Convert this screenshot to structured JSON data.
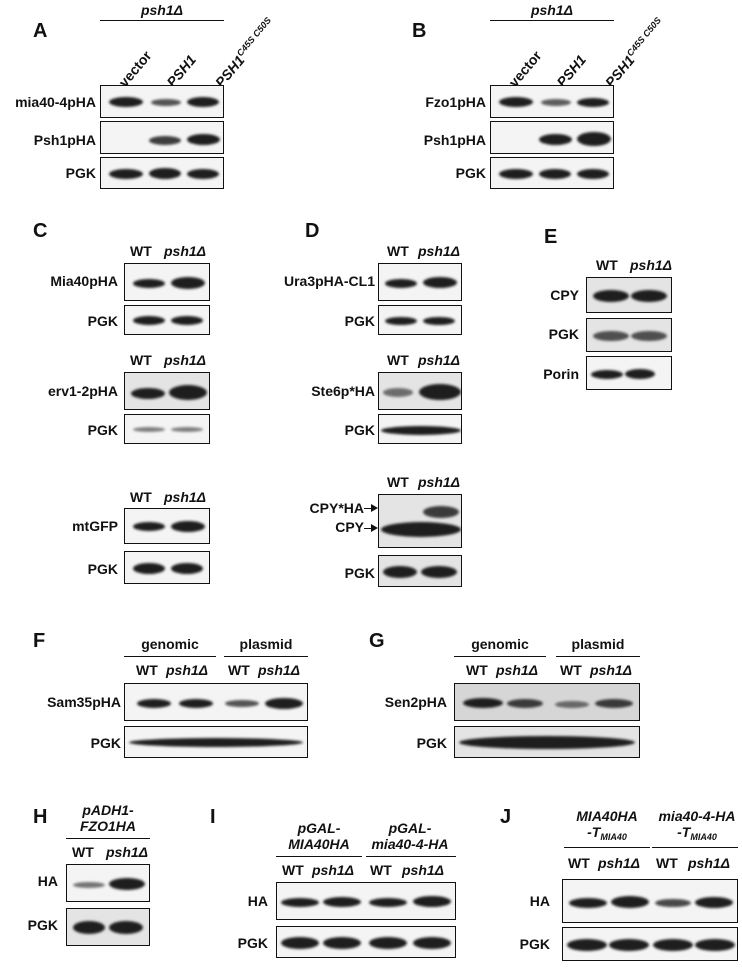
{
  "panel_A": {
    "label": "A",
    "group": "psh1Δ",
    "lanes": [
      "+vector",
      "+PSH1",
      "+PSH1"
    ],
    "lane3_superscript": "C45S C50S",
    "rows": [
      "mia40-4pHA",
      "Psh1pHA",
      "PGK"
    ]
  },
  "panel_B": {
    "label": "B",
    "group": "psh1Δ",
    "lanes": [
      "+vector",
      "+PSH1",
      "+PSH1"
    ],
    "lane3_superscript": "C45S C50S",
    "rows": [
      "Fzo1pHA",
      "Psh1pHA",
      "PGK"
    ]
  },
  "panel_C": {
    "label": "C",
    "lanes": [
      "WT",
      "psh1Δ"
    ],
    "rows": [
      "Mia40pHA",
      "PGK",
      "erv1-2pHA",
      "PGK",
      "mtGFP",
      "PGK"
    ]
  },
  "panel_D": {
    "label": "D",
    "lanes": [
      "WT",
      "psh1Δ"
    ],
    "rows": [
      "Ura3pHA-CL1",
      "PGK",
      "Ste6p*HA",
      "PGK",
      "CPY*HA",
      "CPY",
      "PGK"
    ]
  },
  "panel_E": {
    "label": "E",
    "lanes": [
      "WT",
      "psh1Δ"
    ],
    "rows": [
      "CPY",
      "PGK",
      "Porin"
    ]
  },
  "panel_F": {
    "label": "F",
    "groups": [
      "genomic",
      "plasmid"
    ],
    "lanes": [
      "WT",
      "psh1Δ",
      "WT",
      "psh1Δ"
    ],
    "rows": [
      "Sam35pHA",
      "PGK"
    ]
  },
  "panel_G": {
    "label": "G",
    "groups": [
      "genomic",
      "plasmid"
    ],
    "lanes": [
      "WT",
      "psh1Δ",
      "WT",
      "psh1Δ"
    ],
    "rows": [
      "Sen2pHA",
      "PGK"
    ]
  },
  "panel_H": {
    "label": "H",
    "group_line1": "pADH1-",
    "group_line2": "FZO1HA",
    "lanes": [
      "WT",
      "psh1Δ"
    ],
    "rows": [
      "HA",
      "PGK"
    ]
  },
  "panel_I": {
    "label": "I",
    "group1_line1": "pGAL-",
    "group1_line2": "MIA40HA",
    "group2_line1": "pGAL-",
    "group2_line2": "mia40-4-HA",
    "lanes": [
      "WT",
      "psh1Δ",
      "WT",
      "psh1Δ"
    ],
    "rows": [
      "HA",
      "PGK"
    ]
  },
  "panel_J": {
    "label": "J",
    "group1_line1": "MIA40HA",
    "group1_line2": "-T",
    "group1_sub": "MIA40",
    "group2_line1": "mia40-4-HA",
    "group2_line2": "-T",
    "group2_sub": "MIA40",
    "lanes": [
      "WT",
      "psh1Δ",
      "WT",
      "psh1Δ"
    ],
    "rows": [
      "HA",
      "PGK"
    ]
  }
}
